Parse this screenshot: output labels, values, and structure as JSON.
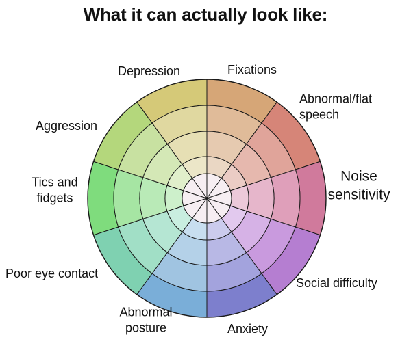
{
  "title": "What it can actually look like:",
  "wheel": {
    "segments": [
      {
        "label_lines": [
          "Fixations"
        ],
        "colors": [
          "#d6a677",
          "#e0bb99",
          "#e6cab0",
          "#ead7c4"
        ]
      },
      {
        "label_lines": [
          "Abnormal/flat",
          "speech"
        ],
        "colors": [
          "#d68578",
          "#e0a49a",
          "#e6b8ae",
          "#ebccc5"
        ]
      },
      {
        "label_lines": [
          "Noise",
          "sensitivity"
        ],
        "colors": [
          "#d07a9c",
          "#df9fba",
          "#e6b6cb",
          "#ecc9d9"
        ]
      },
      {
        "label_lines": [
          "Social difficulty"
        ],
        "colors": [
          "#b57ed1",
          "#c99ade",
          "#d6b2e6",
          "#e2c9ee"
        ]
      },
      {
        "label_lines": [
          "Anxiety"
        ],
        "colors": [
          "#7d7fcd",
          "#a3a3dd",
          "#b8b8e5",
          "#cbcbed"
        ]
      },
      {
        "label_lines": [
          "Abnormal",
          "posture"
        ],
        "colors": [
          "#7aaed8",
          "#a0c4e1",
          "#b4d1e8",
          "#c8deef"
        ]
      },
      {
        "label_lines": [
          "Poor eye contact"
        ],
        "colors": [
          "#7fd1b1",
          "#a1dfc6",
          "#b5e6d3",
          "#c9eee0"
        ]
      },
      {
        "label_lines": [
          "Tics and",
          "fidgets"
        ],
        "colors": [
          "#7fdc7d",
          "#a6e5a3",
          "#b9eab7",
          "#cdf0cb"
        ]
      },
      {
        "label_lines": [
          "Aggression"
        ],
        "colors": [
          "#b4d77c",
          "#c8e1a1",
          "#d4e8b6",
          "#e1efcb"
        ]
      },
      {
        "label_lines": [
          "Depression"
        ],
        "colors": [
          "#d5c978",
          "#e0d8a0",
          "#e6dfb4",
          "#ece6c8"
        ]
      }
    ],
    "center_color": "#f6eef2",
    "stroke_color": "#1a1a1a"
  }
}
